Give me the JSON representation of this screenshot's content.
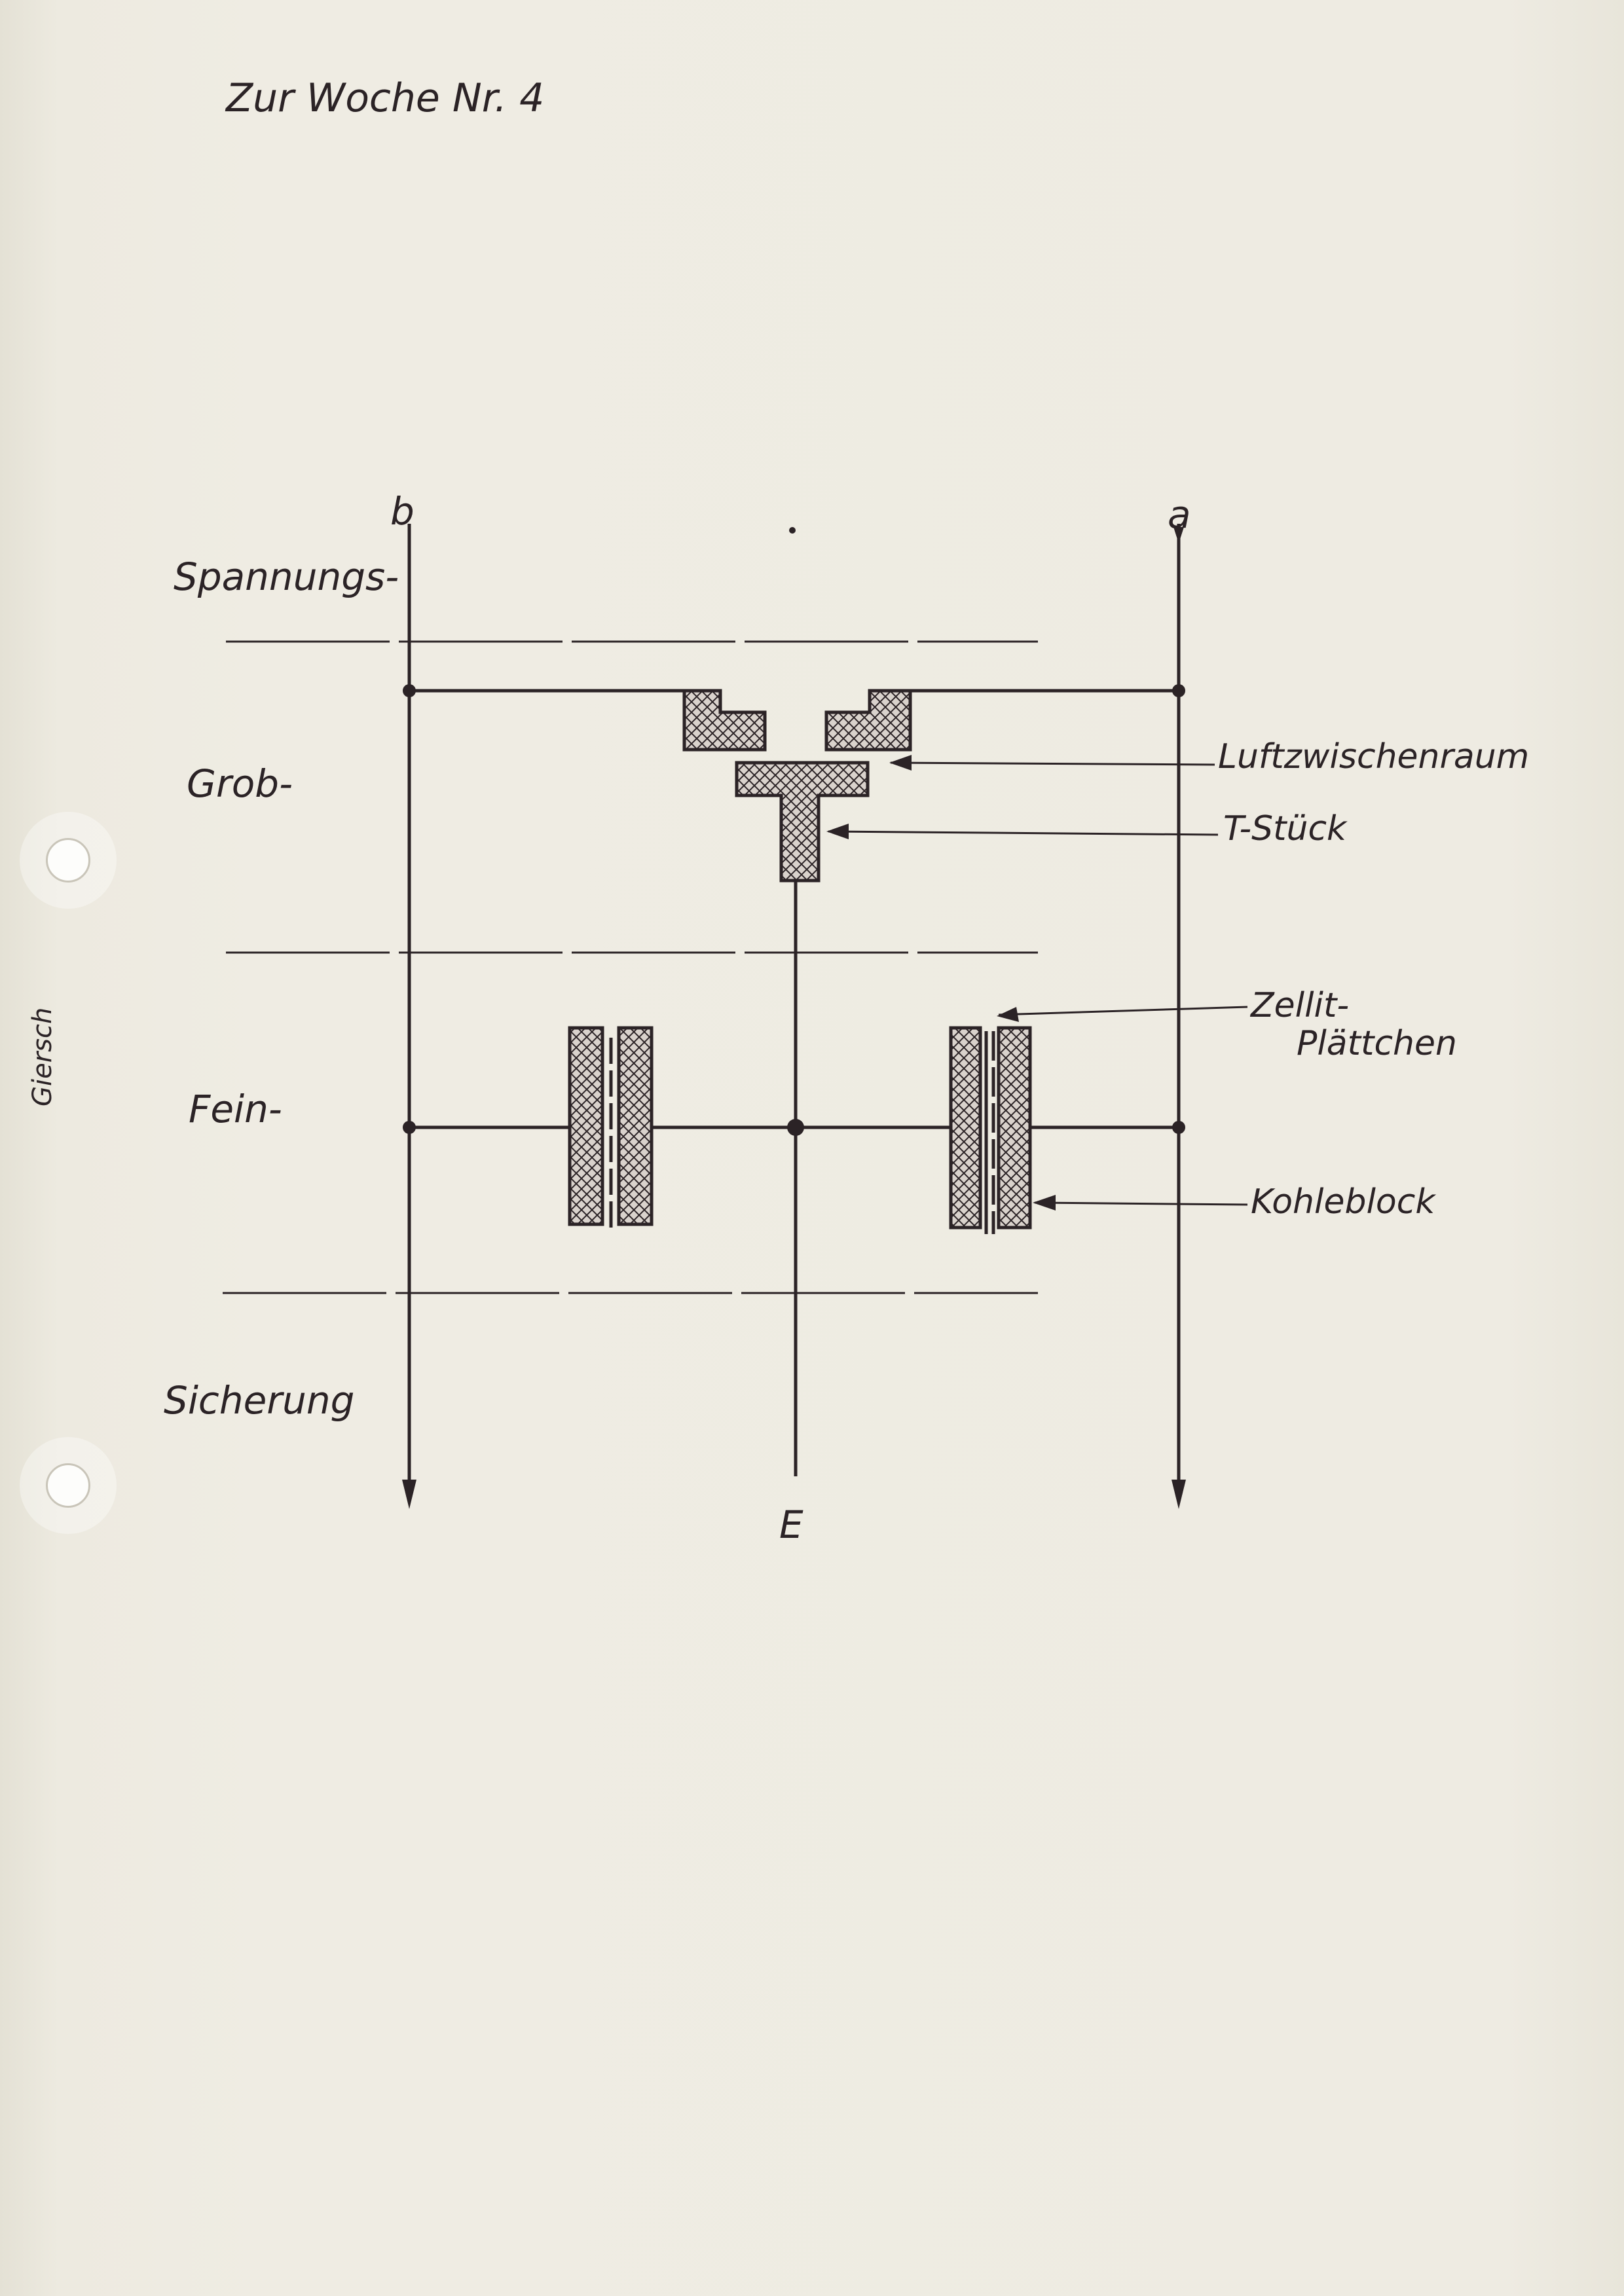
{
  "header": {
    "title": "Zur Woche Nr. 4"
  },
  "margin_note": "Giersch",
  "diagram": {
    "terminals": {
      "b": "b",
      "a": "a",
      "e": "E"
    },
    "sections": [
      "Spannungs-",
      "Grob-",
      "Fein-",
      "Sicherung"
    ],
    "callouts": {
      "air_gap": "Luftzwischenraum",
      "t_piece": "T-Stück",
      "zellit_line1": "Zellit-",
      "zellit_line2": "Plättchen",
      "carbon_block": "Kohleblock"
    }
  },
  "colors": {
    "ink": "#2b2326",
    "paper": "#eeebe2",
    "hatch_fill": "#d9d2cc"
  }
}
